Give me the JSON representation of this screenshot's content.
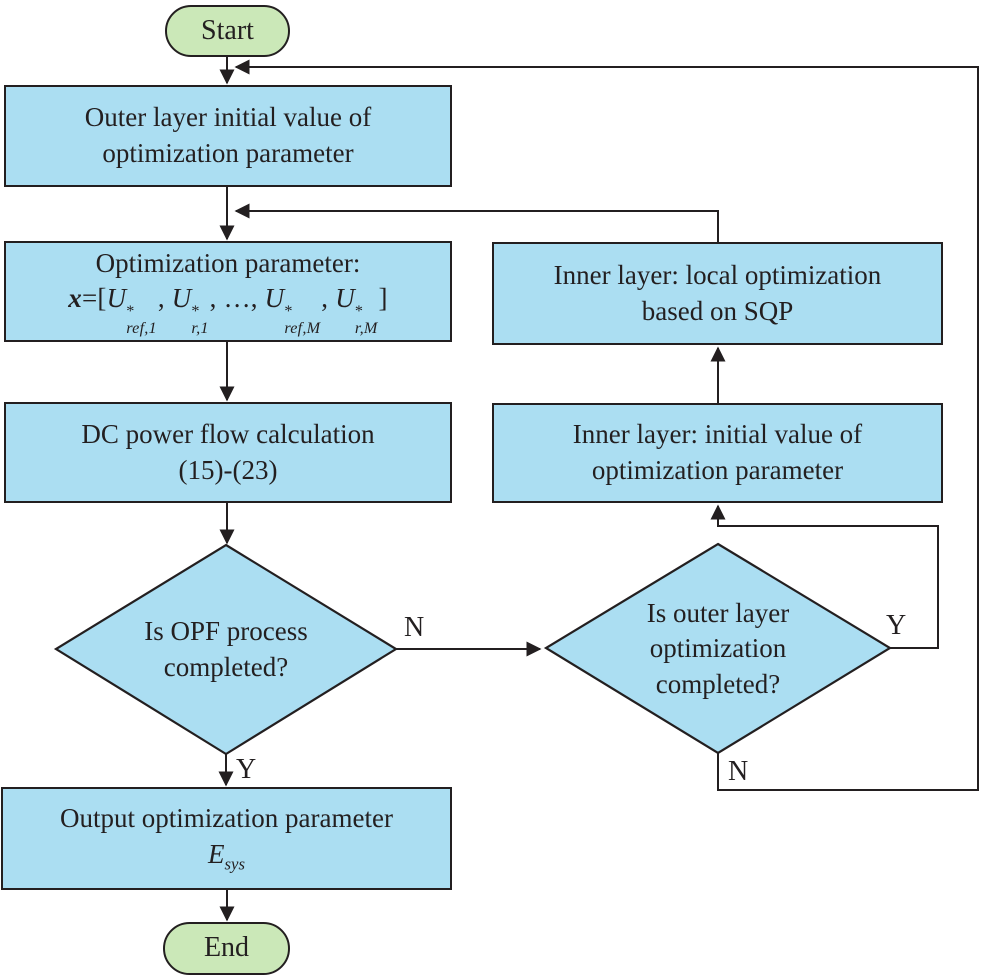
{
  "palette": {
    "process_fill": "#abdef2",
    "terminal_fill": "#cbe8b8",
    "border": "#231f20",
    "line": "#231f20",
    "text": "#231f20"
  },
  "nodes": {
    "start": {
      "label": "Start"
    },
    "outer_init": {
      "line1": "Outer layer initial value of",
      "line2": "optimization parameter"
    },
    "opt_param": {
      "line1": "Optimization parameter:",
      "formula": {
        "x": "x",
        "open": "=[",
        "t1": {
          "base": "U",
          "sup": "*",
          "sub": "ref,1"
        },
        "c1": ", ",
        "t2": {
          "base": "U",
          "sup": "*",
          "sub": "r,1"
        },
        "c2": ", …, ",
        "t3": {
          "base": "U",
          "sup": "*",
          "sub": "ref,M"
        },
        "c3": ", ",
        "t4": {
          "base": "U",
          "sup": "*",
          "sub": "r,M"
        },
        "close": "]"
      }
    },
    "dc_flow": {
      "line1": "DC power flow calculation",
      "line2": "(15)-(23)"
    },
    "opf_decision": {
      "line1": "Is OPF process",
      "line2": "completed?"
    },
    "output": {
      "line1": "Output optimization parameter",
      "evar": "E",
      "esub": "sys"
    },
    "end": {
      "label": "End"
    },
    "inner_sqp": {
      "line1": "Inner layer: local optimization",
      "line2": "based on SQP"
    },
    "inner_init": {
      "line1": "Inner layer: initial value of",
      "line2": "optimization parameter"
    },
    "outer_decision": {
      "line1": "Is outer layer",
      "line2": "optimization",
      "line3": "completed?"
    }
  },
  "edge_labels": {
    "opf_no": "N",
    "opf_yes": "Y",
    "outer_yes": "Y",
    "outer_no": "N"
  }
}
